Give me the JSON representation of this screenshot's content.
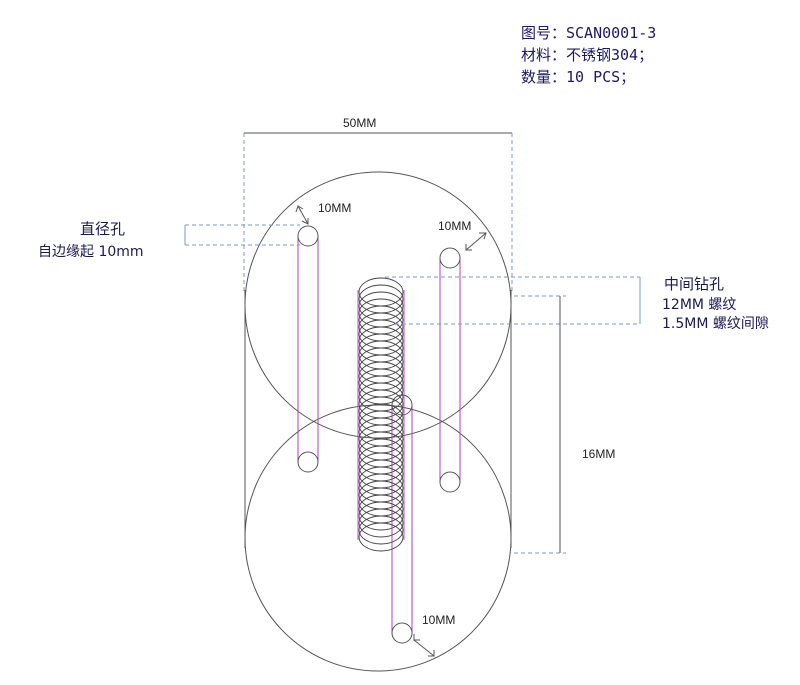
{
  "header": {
    "drawing_no": "图号：SCAN0001-3",
    "material": "材料：不锈钢304；",
    "quantity": "数量：10 PCS；"
  },
  "annotations": {
    "width_dim": "50MM",
    "hole_dim_1": "10MM",
    "hole_dim_2": "10MM",
    "hole_dim_3": "10MM",
    "left_note_1": "直径孔",
    "left_note_2": "自边缘起 10mm",
    "center_note_1": "中间钻孔",
    "center_note_2": "12MM 螺纹",
    "center_note_3": "1.5MM 螺纹间隙",
    "height_dim": "16MM"
  },
  "colors": {
    "outline": "#555555",
    "slot": "#b040c0",
    "dim_line": "#7a9ad0",
    "text": "#1a1a66"
  }
}
